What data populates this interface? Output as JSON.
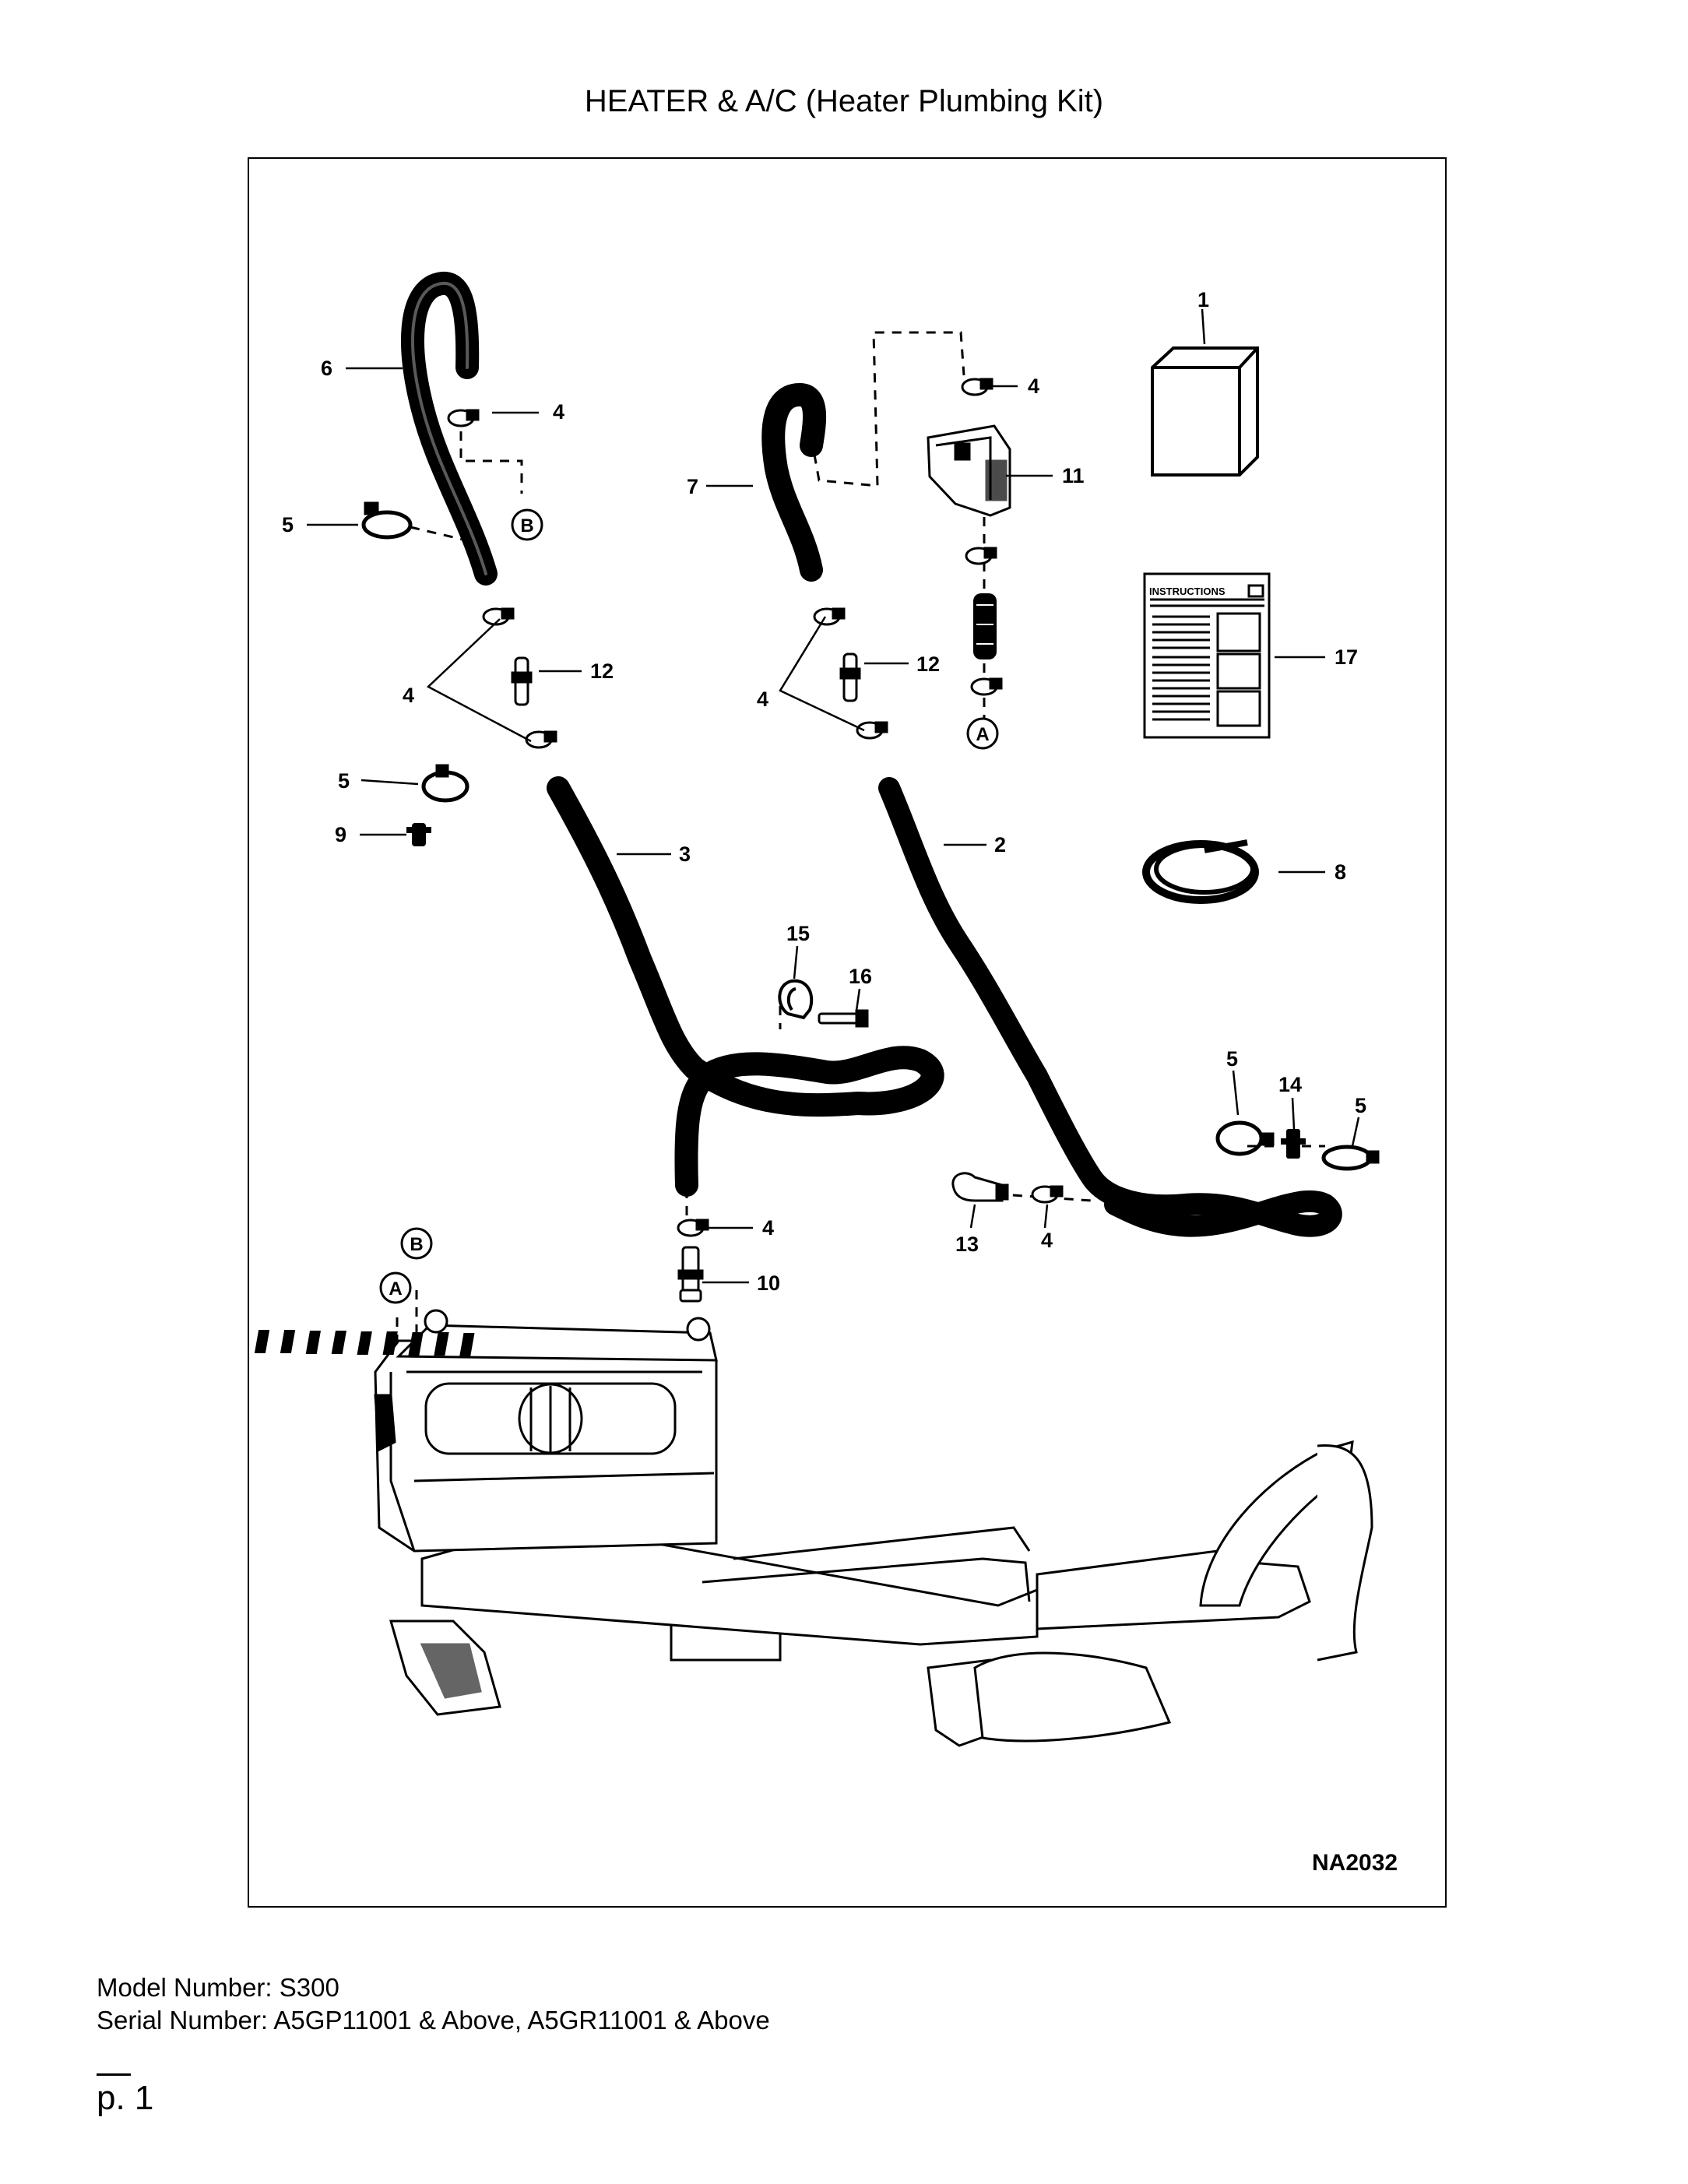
{
  "page": {
    "title": "HEATER & A/C (Heater Plumbing Kit)",
    "model_number": "Model Number: S300",
    "serial_number": "Serial Number: A5GP11001 & Above, A5GR11001 & Above",
    "page_label": "p. 1"
  },
  "diagram": {
    "figure_code": "NA2032",
    "instructions_heading": "INSTRUCTIONS",
    "ref_letters": {
      "a": "A",
      "b": "B"
    },
    "callouts": {
      "c1": "1",
      "c6": "6",
      "c4_top_left": "4",
      "c4_valve": "4",
      "c7": "7",
      "c11": "11",
      "c5_upper_left": "5",
      "c4_left_group": "4",
      "c12_left": "12",
      "c4_right_group": "4",
      "c12_right": "12",
      "c17": "17",
      "c5_mid_left": "5",
      "c9": "9",
      "c3": "3",
      "c2": "2",
      "c8": "8",
      "c15": "15",
      "c16": "16",
      "c5_right_a": "5",
      "c14": "14",
      "c5_right_b": "5",
      "c4_lower_mid": "4",
      "c10": "10",
      "c13": "13",
      "c4_lower_right": "4"
    }
  }
}
